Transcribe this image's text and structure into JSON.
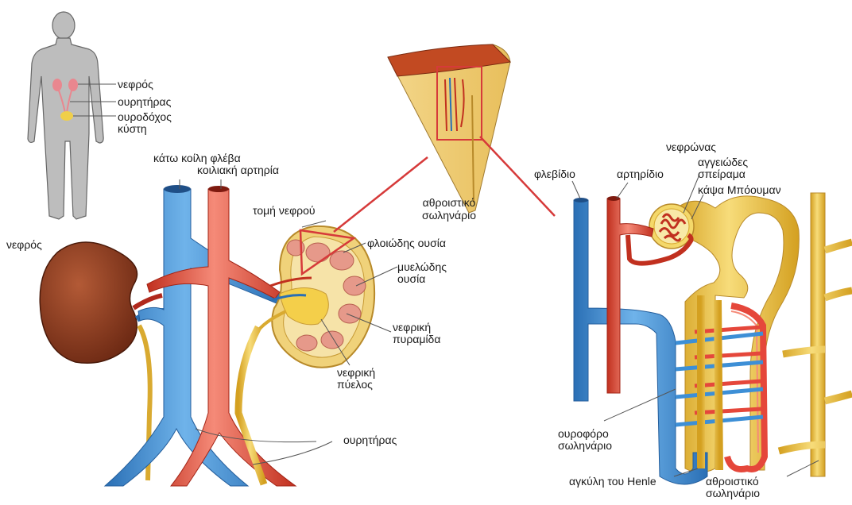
{
  "labels": {
    "human_kidney": "νεφρός",
    "human_ureter": "ουρητήρας",
    "human_bladder_1": "ουροδόχος",
    "human_bladder_2": "κύστη",
    "vena_cava": "κάτω κοίλη φλέβα",
    "celiac_artery": "κοιλιακή αρτηρία",
    "kidney_left": "νεφρός",
    "kidney_section": "τομή νεφρού",
    "collecting_duct_top_1": "αθροιστικό",
    "collecting_duct_top_2": "σωληνάριο",
    "cortex": "φλοιώδης ουσία",
    "medulla_1": "μυελώδης",
    "medulla_2": "ουσία",
    "pyramid_1": "νεφρική",
    "pyramid_2": "πυραμίδα",
    "pelvis_1": "νεφρική",
    "pelvis_2": "πύελος",
    "ureter_bottom": "ουρητήρας",
    "nephron": "νεφρώνας",
    "venule": "φλεβίδιο",
    "arteriole": "αρτηρίδιο",
    "glomerulus_1": "αγγειώδες",
    "glomerulus_2": "σπείραμα",
    "bowman": "κάψα Μπόουμαν",
    "tubule_1": "ουροφόρο",
    "tubule_2": "σωληνάριο",
    "henle": "αγκύλη του Henle",
    "collecting_duct_bottom_1": "αθροιστικό",
    "collecting_duct_bottom_2": "σωληνάριο"
  },
  "colors": {
    "vein": "#3d8fd6",
    "artery": "#e5473b",
    "urinary": "#f0c23a",
    "kidney": "#8c3a1e",
    "cortex": "#f5dc8a",
    "silhouette": "#b8b8b8",
    "leader": "#555555",
    "callout": "#d63a3a"
  }
}
